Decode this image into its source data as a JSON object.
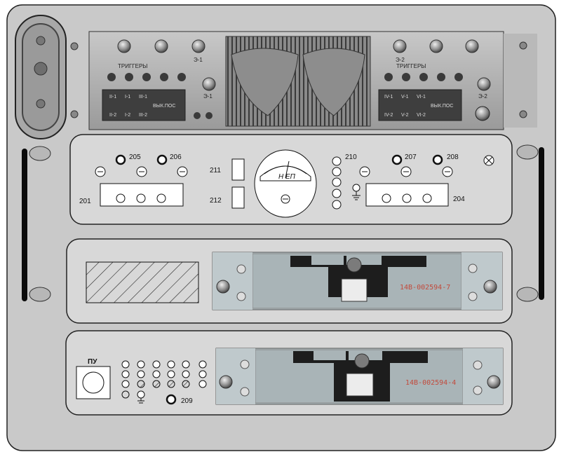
{
  "colors": {
    "cabinet": "#c9c9c9",
    "panel": "#d8d8d8",
    "outline": "#222222",
    "metal": "#a9a9a9",
    "dark_metal": "#3e3e3e",
    "serial_red": "#c24a3c"
  },
  "top_panel": {
    "trigger_left": "ТРИГГЕРЫ",
    "trigger_right": "ТРИГГЕРЫ",
    "jack_labels": [
      "Э-1",
      "Э-1",
      "Э-2",
      "Э-2"
    ],
    "left_plate": {
      "row1": [
        "II-1",
        "I-1",
        "III-1"
      ],
      "row2": [
        "II-2",
        "I-2",
        "III-2"
      ],
      "mode": "ВЫК.ПОС"
    },
    "right_plate": {
      "row1": [
        "IV-1",
        "V-1",
        "VI-1"
      ],
      "row2": [
        "IV-2",
        "V-2",
        "VI-2"
      ],
      "mode": "ВЫК.ПОС"
    }
  },
  "middle_panel": {
    "labels": {
      "n201": "201",
      "n204": "204",
      "n205": "205",
      "n206": "206",
      "n207": "207",
      "n208": "208",
      "n210": "210",
      "n211": "211",
      "n212": "212"
    },
    "meter_label": "Н ЕП"
  },
  "unit_upper": {
    "serial": "14В-002594-7"
  },
  "unit_lower": {
    "serial": "14В-002594-4",
    "label_209": "209",
    "label_button": "ПУ"
  },
  "icons": [
    "ground-icon",
    "meter-icon",
    "lamp-icon",
    "screw-icon",
    "handle-icon"
  ]
}
